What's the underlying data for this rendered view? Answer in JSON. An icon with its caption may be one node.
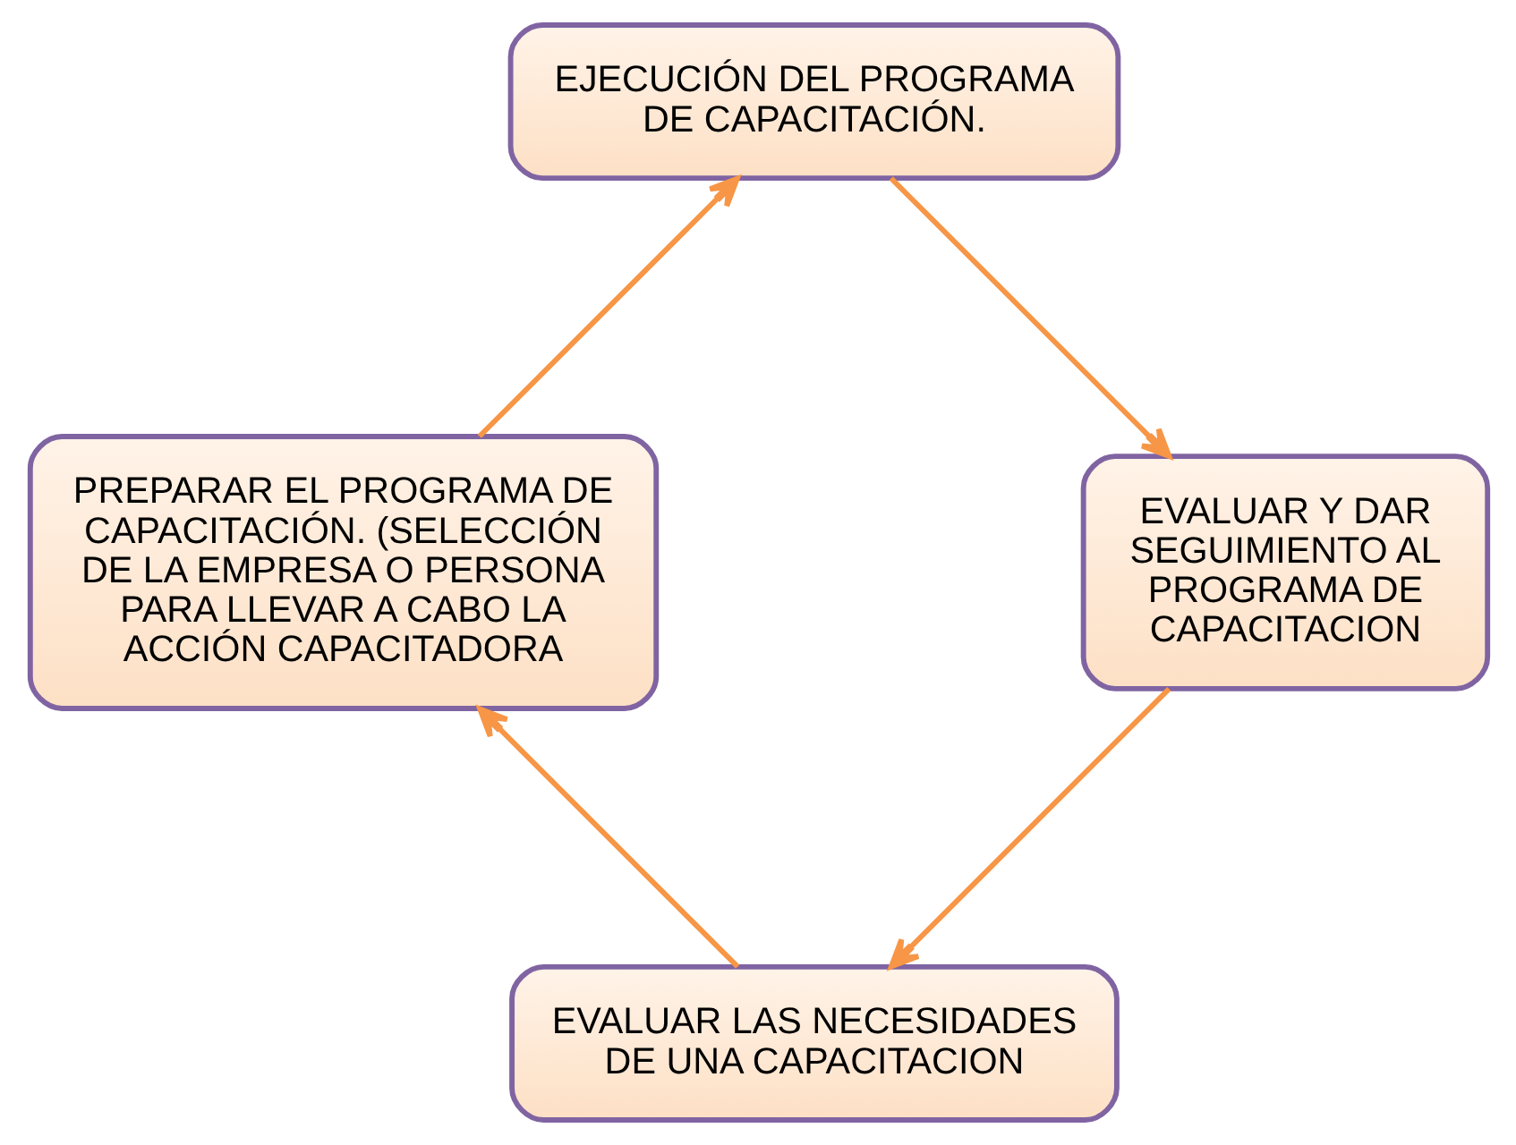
{
  "diagram": {
    "nodes": [
      {
        "text": [
          "EVALUAR LAS NECESIDADES DE UNA CAPACITACION"
        ]
      },
      {
        "text": [
          "PREPARAR EL PROGRAMA DE CAPACITACIÓN. (SELECCIÓN DE LA EMPRESA O PERSONA PARA LLEVAR A CABO LA ACCIÓN CAPACITADORA"
        ]
      },
      {
        "text": [
          "EJECUCIÓN DEL PROGRAMA DE CAPACITACIÓN."
        ]
      },
      {
        "text": [
          "EVALUAR Y DAR SEGUIMIENTO AL PROGRAMA DE CAPACITACION"
        ]
      }
    ],
    "edges": [
      {
        "from": 0,
        "to": 1,
        "arrow": "to"
      },
      {
        "from": 1,
        "to": 2,
        "arrow": "to"
      },
      {
        "from": 2,
        "to": 3,
        "arrow": "to"
      },
      {
        "from": 3,
        "to": 0,
        "arrow": "to"
      }
    ]
  }
}
